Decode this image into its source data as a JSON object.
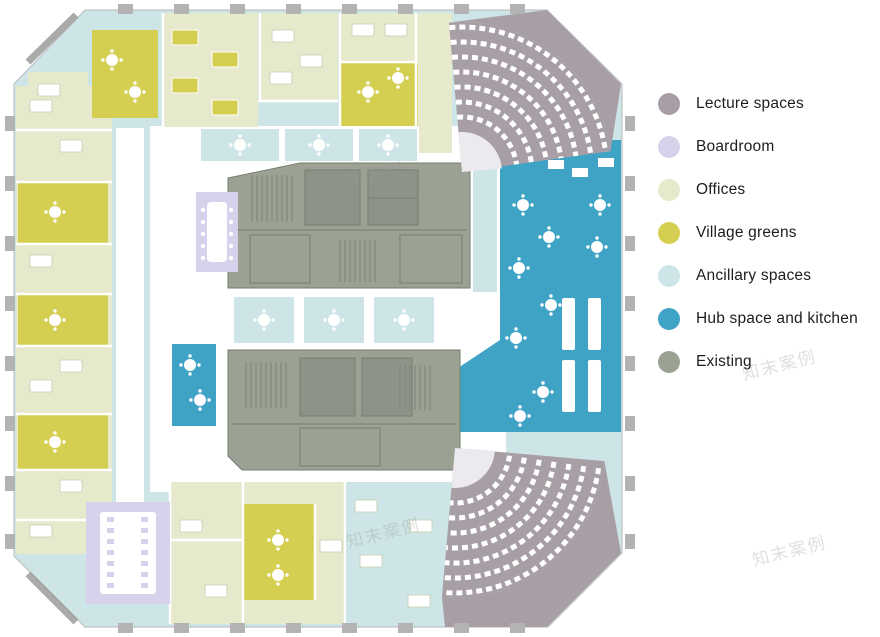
{
  "legend": {
    "items": [
      {
        "label": "Lecture spaces",
        "color": "#a89fa6"
      },
      {
        "label": "Boardroom",
        "color": "#d7d1eb"
      },
      {
        "label": "Offices",
        "color": "#e7e9cd"
      },
      {
        "label": "Village greens",
        "color": "#d4ce51"
      },
      {
        "label": "Ancillary spaces",
        "color": "#cde5e6"
      },
      {
        "label": "Hub space and kitchen",
        "color": "#3fa3c5"
      },
      {
        "label": "Existing",
        "color": "#9ba294"
      }
    ]
  },
  "watermark": {
    "text": "知末案例"
  }
}
